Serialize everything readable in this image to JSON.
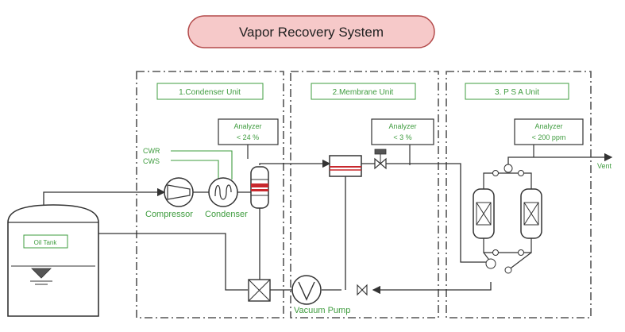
{
  "title": "Vapor Recovery System",
  "units": [
    {
      "label": "1.Condenser Unit"
    },
    {
      "label": "2.Membrane Unit"
    },
    {
      "label": "3. P S A Unit"
    }
  ],
  "analyzers": [
    {
      "line1": "Analyzer",
      "line2": "< 24 %"
    },
    {
      "line1": "Analyzer",
      "line2": "< 3 %"
    },
    {
      "line1": "Analyzer",
      "line2": "< 200 ppm"
    }
  ],
  "labels": {
    "cwr": "CWR",
    "cws": "CWS",
    "compressor": "Compressor",
    "condenser": "Condenser",
    "vacuum_pump": "Vacuum Pump",
    "vent": "Vent",
    "tank": "Oil Tank"
  },
  "colors": {
    "title_fill": "#f6c9c9",
    "green": "#3f9c3f",
    "red": "#c8282d"
  }
}
